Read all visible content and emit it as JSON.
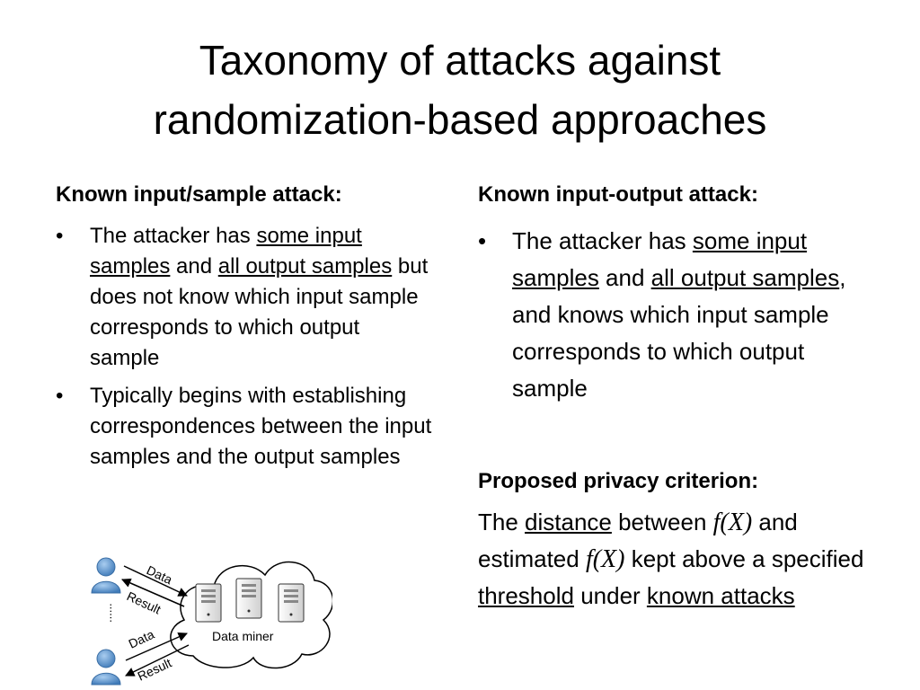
{
  "slide": {
    "title_line1": "Taxonomy of attacks against",
    "title_line2": "randomization-based approaches"
  },
  "left": {
    "heading": "Known input/sample attack:",
    "bullet1": {
      "p1": "The attacker has ",
      "u1": "some input samples",
      "p2": " and ",
      "u2": "all output samples",
      "p3": " but does not know which input sample corresponds to which output sample"
    },
    "bullet2": "Typically begins with establishing correspondences between the input samples and the output samples"
  },
  "right": {
    "heading": "Known input-output attack:",
    "bullet1": {
      "p1": "The attacker has ",
      "u1": "some input samples",
      "p2": " and ",
      "u2": "all output samples",
      "p3": ", and knows which input sample corresponds to which output sample"
    },
    "criterion_heading": "Proposed privacy criterion:",
    "criterion": {
      "p1": "The ",
      "u1": "distance",
      "p2": " between ",
      "m1": "f(X)",
      "p3": " and estimated ",
      "m2": "f(X)",
      "p4": " kept above a specified ",
      "u2": "threshold",
      "p5": " under ",
      "u3": "known attacks"
    }
  },
  "bullet_char": "•",
  "diagram": {
    "label_data_top": "Data",
    "label_result_top": "Result",
    "label_data_bottom": "Data",
    "label_result_bottom": "Result",
    "cloud_label": "Data miner",
    "ellipsis": "......",
    "user_color": "#4a86c5",
    "server_color": "#ffffff"
  }
}
